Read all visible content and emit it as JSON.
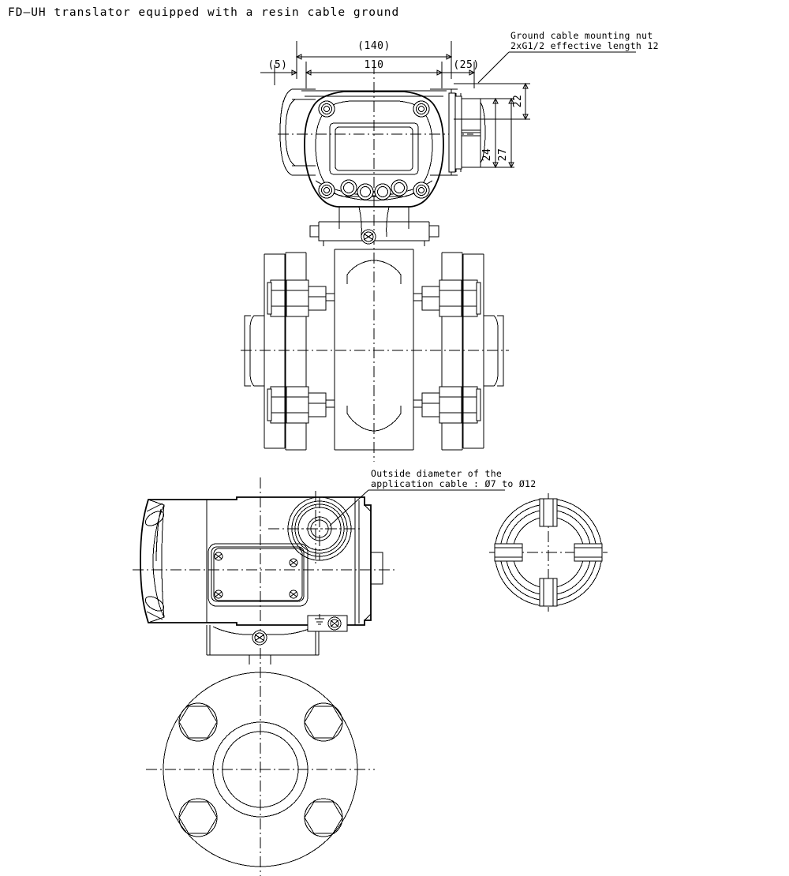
{
  "drawing": {
    "title": "FD—UH translator equipped with a resin cable ground",
    "sheet_width": 1000,
    "sheet_height": 1110,
    "line_color": "#000000",
    "background_color": "#ffffff"
  },
  "dimensions": {
    "overall_width": "(140)",
    "housing_width": "110",
    "right_offset": "(25)",
    "left_offset": "(5)",
    "nut_height_22": "22",
    "nut_height_27": "27",
    "nut_height_24": "24"
  },
  "notes": {
    "ground_nut_line1": "Ground cable mounting nut",
    "ground_nut_line2": "2xG1/2 effective length 12",
    "cable_od_line1": "Outside diameter of the",
    "cable_od_line2": "application cable : Ø7 to Ø12"
  },
  "views": {
    "front_view": "front-elevation",
    "side_view": "side-elevation",
    "end_view": "end-view-round",
    "bottom_view": "bottom-flange-view"
  },
  "symbols": {
    "ground_symbol": "⏚"
  }
}
